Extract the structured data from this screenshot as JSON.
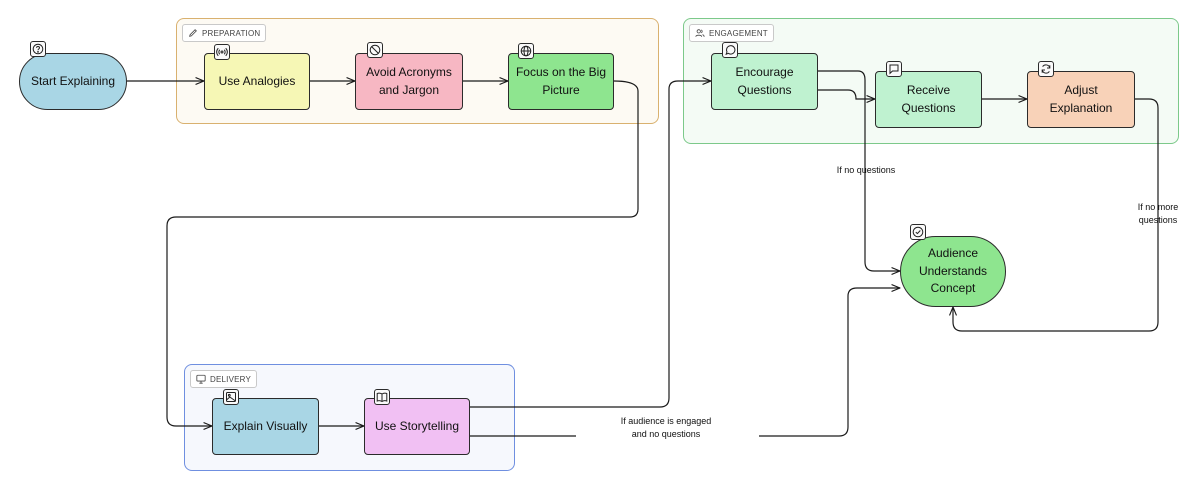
{
  "groups": {
    "preparation": {
      "label": "PREPARATION"
    },
    "engagement": {
      "label": "ENGAGEMENT"
    },
    "delivery": {
      "label": "DELIVERY"
    }
  },
  "nodes": {
    "start": {
      "label": "Start Explaining",
      "icon": "question-icon",
      "color": "#a9d6e5"
    },
    "analogies": {
      "label": "Use Analogies",
      "icon": "broadcast-icon",
      "color": "#f6f7b5"
    },
    "acronyms": {
      "label": "Avoid Acronyms and Jargon",
      "icon": "ban-icon",
      "color": "#f7b7c3"
    },
    "big_picture": {
      "label": "Focus on the Big Picture",
      "icon": "globe-icon",
      "color": "#8ee58f"
    },
    "encourage": {
      "label": "Encourage Questions",
      "icon": "message-circle-icon",
      "color": "#bff2d0"
    },
    "receive": {
      "label": "Receive Questions",
      "icon": "message-square-icon",
      "color": "#bff2d0"
    },
    "adjust": {
      "label": "Adjust Explanation",
      "icon": "refresh-icon",
      "color": "#f8d2b8"
    },
    "understands": {
      "label": "Audience Understands Concept",
      "icon": "check-circle-icon",
      "color": "#8ee58f"
    },
    "visually": {
      "label": "Explain Visually",
      "icon": "image-icon",
      "color": "#a9d6e5"
    },
    "storytelling": {
      "label": "Use Storytelling",
      "icon": "book-icon",
      "color": "#f1c0f3"
    }
  },
  "edge_labels": {
    "no_questions": "If no questions",
    "no_more_questions": "If no more questions",
    "engaged": "If audience is engaged and no questions"
  },
  "colors": {
    "preparation_border": "#d9b16f",
    "preparation_fill": "#fdfaf3",
    "engagement_border": "#7cc98a",
    "engagement_fill": "#f4fbf5",
    "delivery_border": "#6f8fe0",
    "delivery_fill": "#f6f8fd"
  }
}
